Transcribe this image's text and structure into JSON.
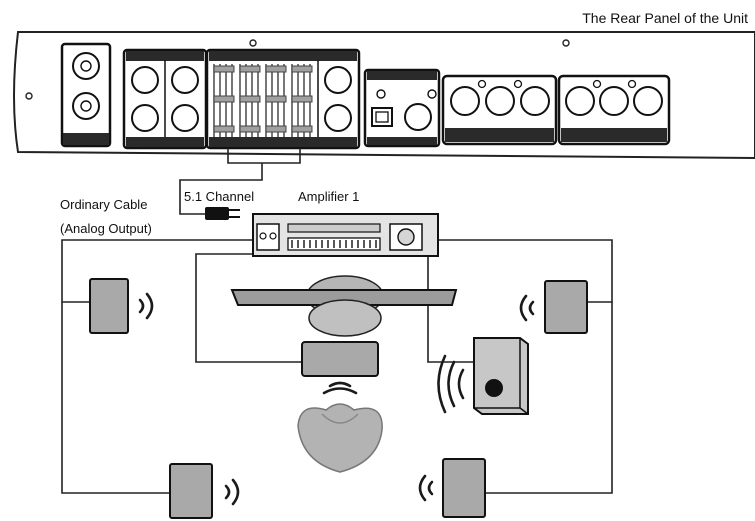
{
  "labels": {
    "rear_panel_title": "The Rear Panel of the Unit",
    "ordinary_cable": "Ordinary Cable",
    "analog_output": "(Analog Output)",
    "channel": "5.1 Channel",
    "amplifier": "Amplifier 1"
  },
  "colors": {
    "line": "#222222",
    "panel_fill": "#ffffff",
    "speaker_fill": "#a9a9a9",
    "tv_fill": "#9c9c9c",
    "amp_fill": "#e4e4e4",
    "listener_fill": "#b3b3b3"
  },
  "icons": {
    "speaker": "speaker-icon",
    "sound_waves": "sound-waves-icon",
    "subwoofer": "subwoofer-icon",
    "tv": "tv-icon",
    "amplifier": "amplifier-icon",
    "listener": "listener-icon",
    "plug": "plug-icon"
  }
}
